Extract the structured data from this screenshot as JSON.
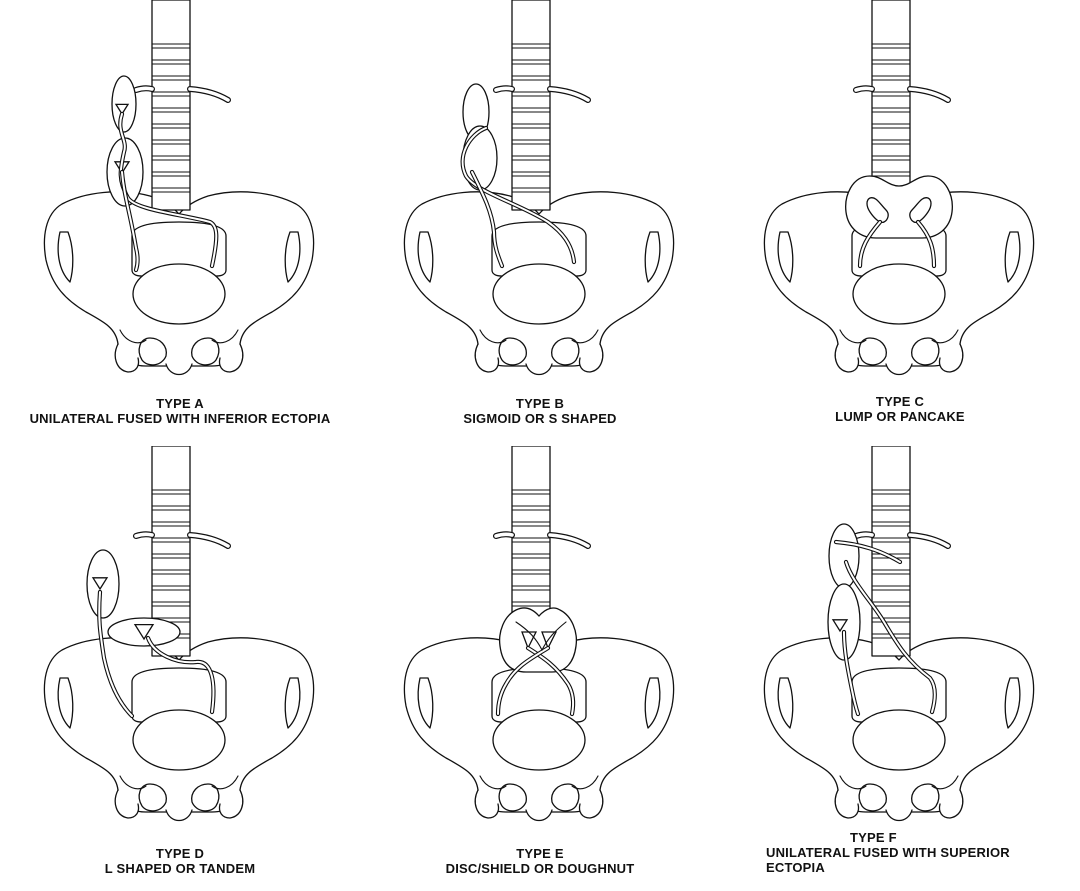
{
  "panels": [
    {
      "type": "TYPE A",
      "description": "UNILATERAL FUSED WITH INFERIOR ECTOPIA",
      "description2": ""
    },
    {
      "type": "TYPE B",
      "description": "SIGMOID OR S SHAPED",
      "description2": ""
    },
    {
      "type": "TYPE C",
      "description": "LUMP OR PANCAKE",
      "description2": ""
    },
    {
      "type": "TYPE D",
      "description": "L SHAPED OR TANDEM",
      "description2": ""
    },
    {
      "type": "TYPE E",
      "description": "DISC/SHIELD OR DOUGHNUT",
      "description2": ""
    },
    {
      "type": "TYPE F",
      "description": "UNILATERAL FUSED WITH SUPERIOR",
      "description2": "ECTOPIA"
    }
  ]
}
